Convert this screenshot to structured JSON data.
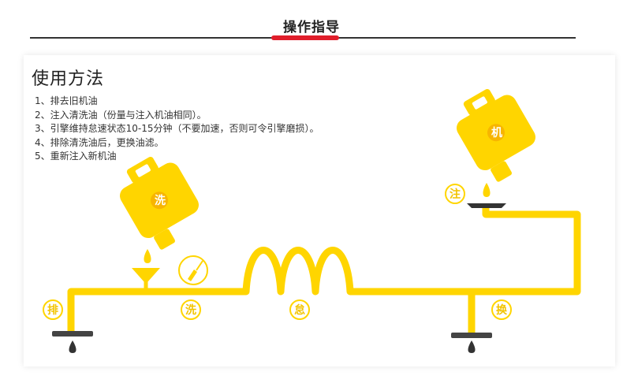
{
  "header": {
    "title": "操作指导"
  },
  "section": {
    "title": "使用方法"
  },
  "steps": [
    "1、排去旧机油",
    "2、注入清洗油（份量与注入机油相同）。",
    "3、引擎维持怠速状态10-15分钟（不要加速，否则可令引擎磨损）。",
    "4、排除清洗油后，更换油滤。",
    "5、重新注入新机油"
  ],
  "diagram": {
    "can_wash_label": "洗",
    "can_new_oil_label": "机",
    "stage_drain": "排",
    "stage_wash": "洗",
    "stage_idle": "怠",
    "stage_change": "换",
    "stage_fill": "注"
  },
  "colors": {
    "accent": "#e01e2b",
    "pipe": "#ffd500",
    "can": "#ffd500",
    "drip": "#333333"
  }
}
